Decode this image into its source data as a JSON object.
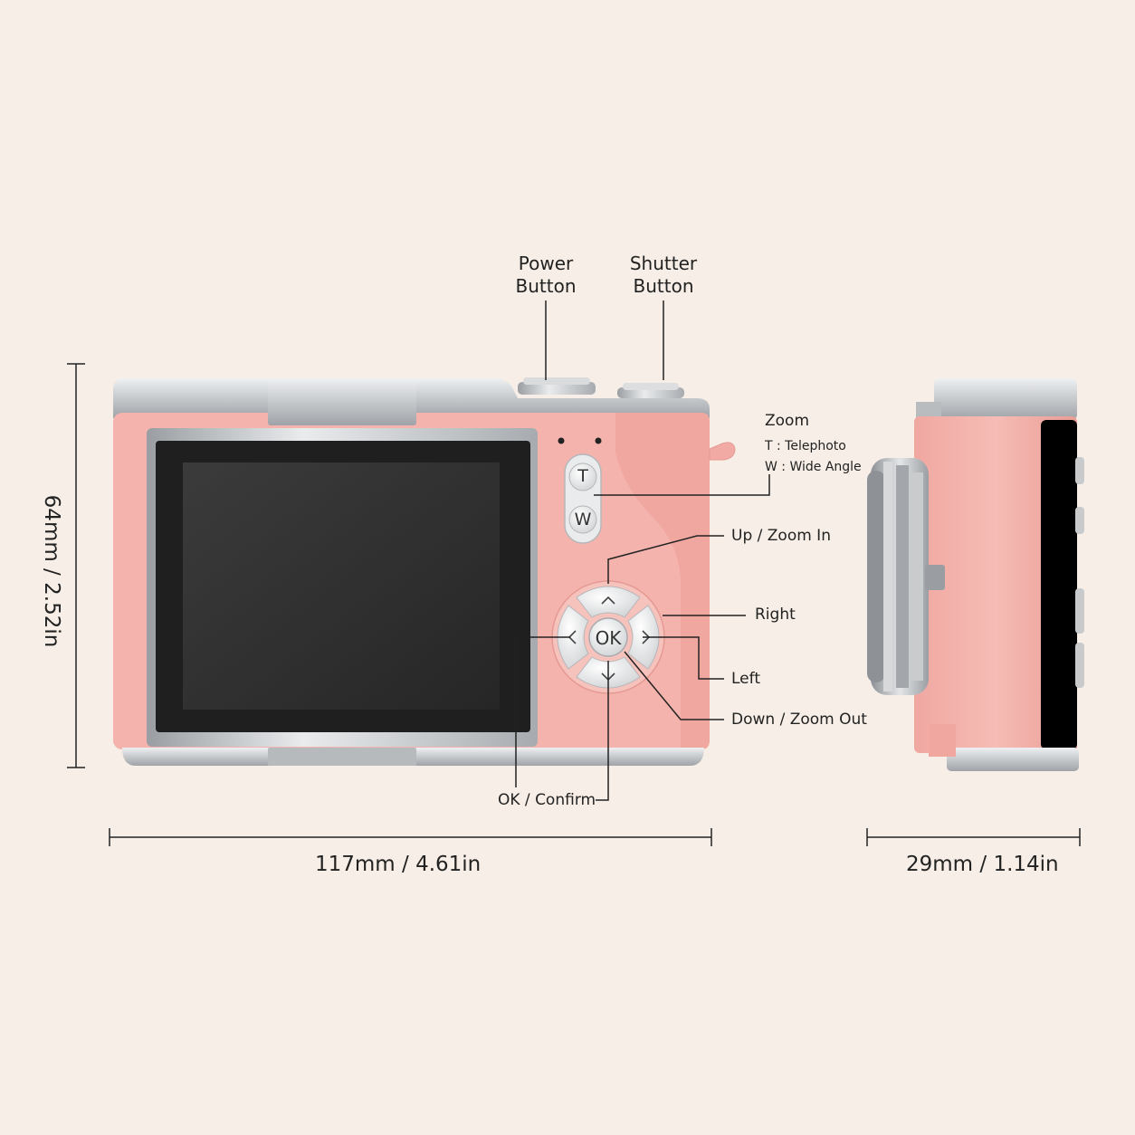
{
  "labels": {
    "power_line1": "Power",
    "power_line2": "Button",
    "shutter_line1": "Shutter",
    "shutter_line2": "Button",
    "zoom": "Zoom",
    "zoom_t": "T : Telephoto",
    "zoom_w": "W : Wide Angle",
    "up": "Up / Zoom In",
    "right": "Right",
    "left": "Left",
    "down": "Down / Zoom Out",
    "ok_confirm": "OK / Confirm"
  },
  "buttons": {
    "t": "T",
    "w": "W",
    "ok": "OK"
  },
  "dimensions": {
    "width": "117mm / 4.61in",
    "height": "64mm / 2.52in",
    "depth": "29mm / 1.14in"
  },
  "colors": {
    "background": "#f7efe7",
    "body_pink": "#f4b3ac",
    "silver": "#c9cbcd",
    "screen": "#2e2e2e"
  }
}
